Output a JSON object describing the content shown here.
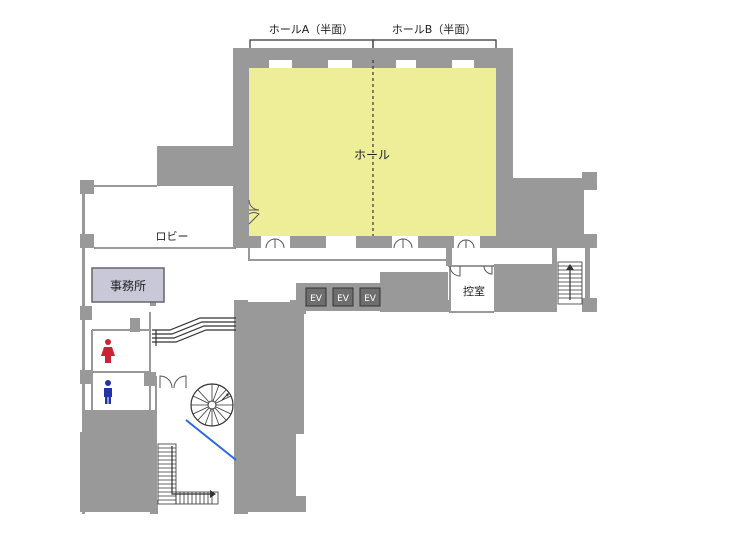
{
  "labels": {
    "hall_a": "ホールA（半面）",
    "hall_b": "ホールB（半面）",
    "hall": "ホール",
    "lobby": "ロビー",
    "office": "事務所",
    "control_room": "控室",
    "ev": "EV"
  },
  "icons": {
    "female_toilet": "female-toilet-icon",
    "male_toilet": "male-toilet-icon",
    "elevator": "elevator-icon",
    "stairs": "stairs-icon",
    "spiral_staircase": "spiral-staircase-icon"
  },
  "colors": {
    "wall": "#999999",
    "hall_fill": "#eeee99",
    "office_fill": "#c8c8d8",
    "female": "#cc2233",
    "male": "#2233aa",
    "accent_line": "#2a6ae0",
    "ev_box": "#6e6e6e"
  }
}
